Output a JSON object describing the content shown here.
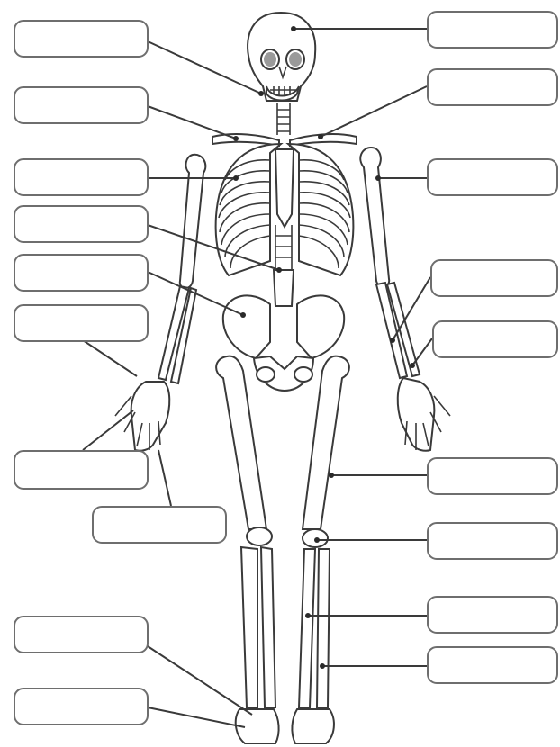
{
  "diagram": {
    "label_boxes": [
      {
        "id": "left-1",
        "text": ""
      },
      {
        "id": "left-2",
        "text": ""
      },
      {
        "id": "left-3",
        "text": ""
      },
      {
        "id": "left-4",
        "text": ""
      },
      {
        "id": "left-5",
        "text": ""
      },
      {
        "id": "left-6",
        "text": ""
      },
      {
        "id": "left-7",
        "text": ""
      },
      {
        "id": "left-8",
        "text": ""
      },
      {
        "id": "left-9",
        "text": ""
      },
      {
        "id": "left-10",
        "text": ""
      },
      {
        "id": "right-1",
        "text": ""
      },
      {
        "id": "right-2",
        "text": ""
      },
      {
        "id": "right-3",
        "text": ""
      },
      {
        "id": "right-4",
        "text": ""
      },
      {
        "id": "right-5",
        "text": ""
      },
      {
        "id": "right-6",
        "text": ""
      },
      {
        "id": "right-7",
        "text": ""
      },
      {
        "id": "right-8",
        "text": ""
      },
      {
        "id": "right-9",
        "text": ""
      }
    ]
  }
}
